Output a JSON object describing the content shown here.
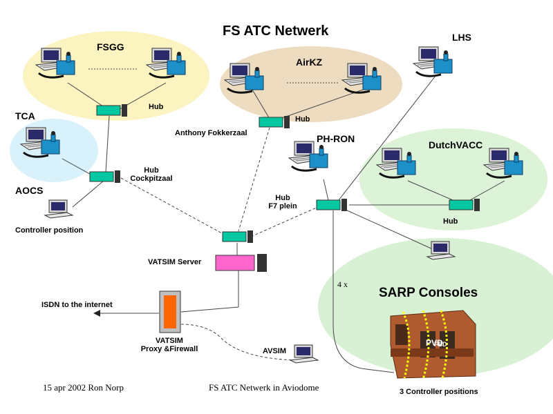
{
  "title": "FS ATC Netwerk",
  "groups": {
    "fsgg": "FSGG",
    "airkz": "AirKZ",
    "lhs": "LHS",
    "tca": "TCA",
    "aocs": "AOCS",
    "phron": "PH-RON",
    "dutchvacc": "DutchVACC"
  },
  "labels": {
    "hub_fsgg": "Hub",
    "hub_airkz": "Hub",
    "anthony": "Anthony Fokkerzaal",
    "hub_cockpit_1": "Hub",
    "hub_cockpit_2": "Cockpitzaal",
    "hub_f7_1": "Hub",
    "hub_f7_2": "F7 plein",
    "hub_dutchvacc": "Hub",
    "controller_position": "Controller position",
    "vatsim_server": "VATSIM Server",
    "isdn": "ISDN to the internet",
    "proxy_1": "VATSIM",
    "proxy_2": "Proxy &Firewall",
    "avsim": "AVSIM",
    "four_x": "4 x",
    "sarp": "SARP Consoles",
    "pvd": "PVD",
    "fbd": "FBD",
    "three_positions": "3 Controller positions"
  },
  "footer": {
    "date_author": "15 apr 2002   Ron Norp",
    "subtitle": "FS ATC Netwerk in Aviodome"
  },
  "colors": {
    "fsgg_zone": "#fbf3c0",
    "airkz_zone": "#eedcc0",
    "tca_zone": "#d8f1fa",
    "dutchvacc_zone": "#dcf3d8",
    "sarp_zone": "#d8f1d4",
    "hub": "#00c8a0",
    "server": "#ff66cc",
    "firewall": "#ff6600",
    "phone": "#1e90c8",
    "console": "#b05a30"
  }
}
